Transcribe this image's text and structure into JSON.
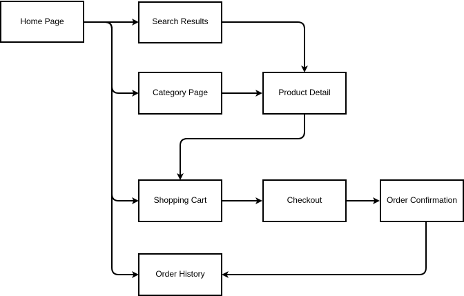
{
  "diagram": {
    "colors": {
      "stroke": "#000000",
      "fill": "#ffffff",
      "text": "#000000"
    },
    "nodes": {
      "home": "Home Page",
      "search": "Search Results",
      "category": "Category Page",
      "product": "Product Detail",
      "cart": "Shopping Cart",
      "checkout": "Checkout",
      "confirmation": "Order Confirmation",
      "history": "Order History"
    },
    "edges": [
      {
        "from": "Home Page",
        "to": "Search Results"
      },
      {
        "from": "Home Page",
        "to": "Category Page"
      },
      {
        "from": "Home Page",
        "to": "Shopping Cart"
      },
      {
        "from": "Home Page",
        "to": "Order History"
      },
      {
        "from": "Search Results",
        "to": "Product Detail"
      },
      {
        "from": "Category Page",
        "to": "Product Detail"
      },
      {
        "from": "Product Detail",
        "to": "Shopping Cart"
      },
      {
        "from": "Shopping Cart",
        "to": "Checkout"
      },
      {
        "from": "Checkout",
        "to": "Order Confirmation"
      },
      {
        "from": "Order Confirmation",
        "to": "Order History"
      }
    ]
  }
}
